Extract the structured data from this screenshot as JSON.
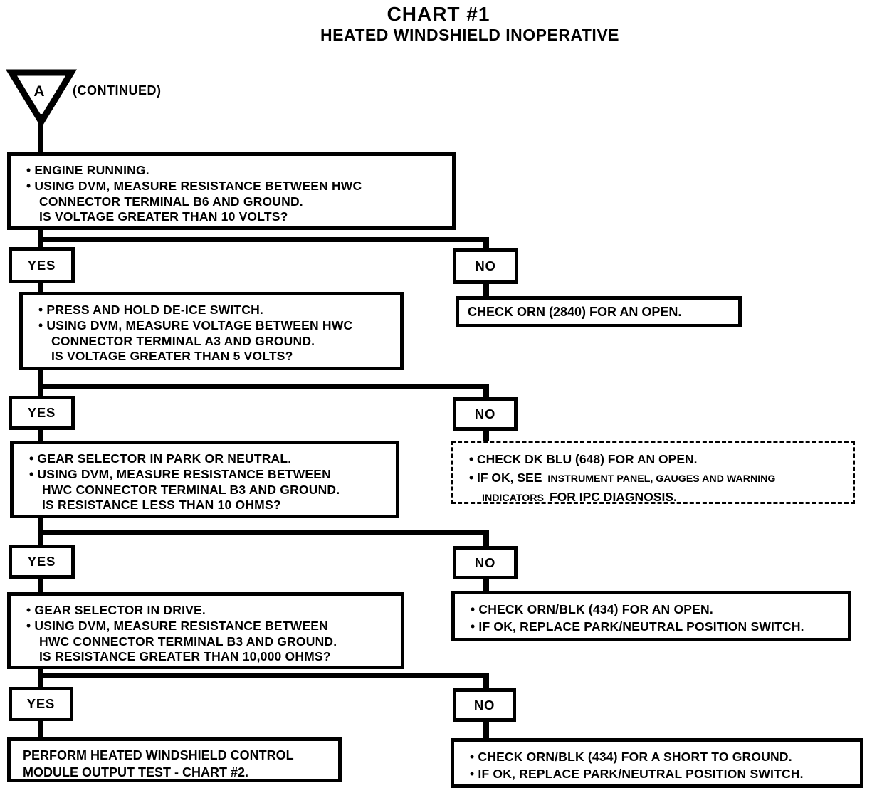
{
  "title": "CHART #1",
  "subtitle": "HEATED WINDSHIELD INOPERATIVE",
  "entry": {
    "label": "A",
    "note": "(CONTINUED)"
  },
  "labels": {
    "yes": "YES",
    "no": "NO"
  },
  "steps": {
    "step1": {
      "question": [
        "• ENGINE RUNNING.",
        "• USING DVM, MEASURE RESISTANCE BETWEEN HWC",
        "CONNECTOR TERMINAL B6 AND GROUND.",
        "IS VOLTAGE GREATER THAN 10 VOLTS?"
      ],
      "no_action": [
        "CHECK ORN (2840) FOR AN OPEN."
      ]
    },
    "step2": {
      "question": [
        "• PRESS AND HOLD DE-ICE SWITCH.",
        "• USING DVM, MEASURE VOLTAGE BETWEEN HWC",
        "CONNECTOR TERMINAL A3 AND GROUND.",
        "IS VOLTAGE GREATER THAN 5 VOLTS?"
      ],
      "no_action_line1": "• CHECK DK BLU (648) FOR AN OPEN.",
      "no_action_line2_prefix": "• IF OK, SEE",
      "no_action_ref1": "INSTRUMENT PANEL, GAUGES AND WARNING",
      "no_action_ref2": "INDICATORS",
      "no_action_line3_suffix": "FOR IPC DIAGNOSIS."
    },
    "step3": {
      "question": [
        "• GEAR SELECTOR IN PARK OR NEUTRAL.",
        "• USING DVM, MEASURE RESISTANCE BETWEEN",
        "HWC CONNECTOR TERMINAL B3 AND GROUND.",
        "IS RESISTANCE LESS THAN 10 OHMS?"
      ],
      "no_action": [
        "• CHECK ORN/BLK (434) FOR AN OPEN.",
        "• IF OK, REPLACE PARK/NEUTRAL POSITION SWITCH."
      ]
    },
    "step4": {
      "question": [
        "• GEAR SELECTOR IN DRIVE.",
        "• USING DVM, MEASURE RESISTANCE BETWEEN",
        "HWC CONNECTOR TERMINAL B3 AND GROUND.",
        "IS RESISTANCE GREATER THAN 10,000 OHMS?"
      ],
      "no_action": [
        "• CHECK ORN/BLK (434) FOR A SHORT TO GROUND.",
        "• IF OK, REPLACE PARK/NEUTRAL POSITION SWITCH."
      ],
      "yes_action": [
        "PERFORM HEATED WINDSHIELD CONTROL",
        "MODULE OUTPUT TEST - CHART #2."
      ]
    }
  },
  "colors": {
    "ink": "#000000",
    "paper": "#ffffff"
  }
}
